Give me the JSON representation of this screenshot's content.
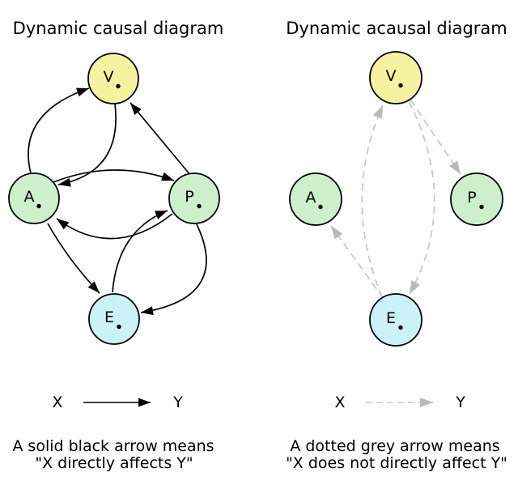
{
  "figure": {
    "colors": {
      "black_arrow": "#000000",
      "grey_arrow": "#C6C6C6",
      "grey_arrowhead": "#B9B9B9",
      "node_yellow": "#F7F2A0",
      "node_green": "#CDEFCB",
      "node_blue": "#CBF2F8"
    },
    "left_diagram": {
      "title": "Dynamic causal diagram",
      "diagram_type": "causal",
      "arrow_style": "solid black",
      "nodes": [
        {
          "id": "V",
          "label": "V",
          "color_role": "yellow"
        },
        {
          "id": "A",
          "label": "A",
          "color_role": "green"
        },
        {
          "id": "P",
          "label": "P",
          "color_role": "green"
        },
        {
          "id": "E",
          "label": "E",
          "color_role": "blue"
        }
      ],
      "edges": [
        {
          "from": "A",
          "to": "V"
        },
        {
          "from": "V",
          "to": "A"
        },
        {
          "from": "P",
          "to": "V"
        },
        {
          "from": "A",
          "to": "P"
        },
        {
          "from": "P",
          "to": "A"
        },
        {
          "from": "A",
          "to": "E"
        },
        {
          "from": "E",
          "to": "P"
        },
        {
          "from": "P",
          "to": "E"
        }
      ],
      "legend": {
        "from_label": "X",
        "to_label": "Y"
      },
      "caption": [
        "A solid black arrow means",
        "\"X directly affects Y\""
      ]
    },
    "right_diagram": {
      "title": "Dynamic acausal diagram",
      "diagram_type": "acausal",
      "arrow_style": "dotted grey",
      "nodes": [
        {
          "id": "V",
          "label": "V",
          "color_role": "yellow"
        },
        {
          "id": "A",
          "label": "A",
          "color_role": "green"
        },
        {
          "id": "P",
          "label": "P",
          "color_role": "green"
        },
        {
          "id": "E",
          "label": "E",
          "color_role": "blue"
        }
      ],
      "edges": [
        {
          "from": "E",
          "to": "V"
        },
        {
          "from": "V",
          "to": "E"
        },
        {
          "from": "V",
          "to": "P"
        },
        {
          "from": "E",
          "to": "A"
        }
      ],
      "legend": {
        "from_label": "X",
        "to_label": "Y"
      },
      "caption": [
        "A dotted grey arrow means",
        "\"X does not directly affect Y\""
      ]
    }
  }
}
